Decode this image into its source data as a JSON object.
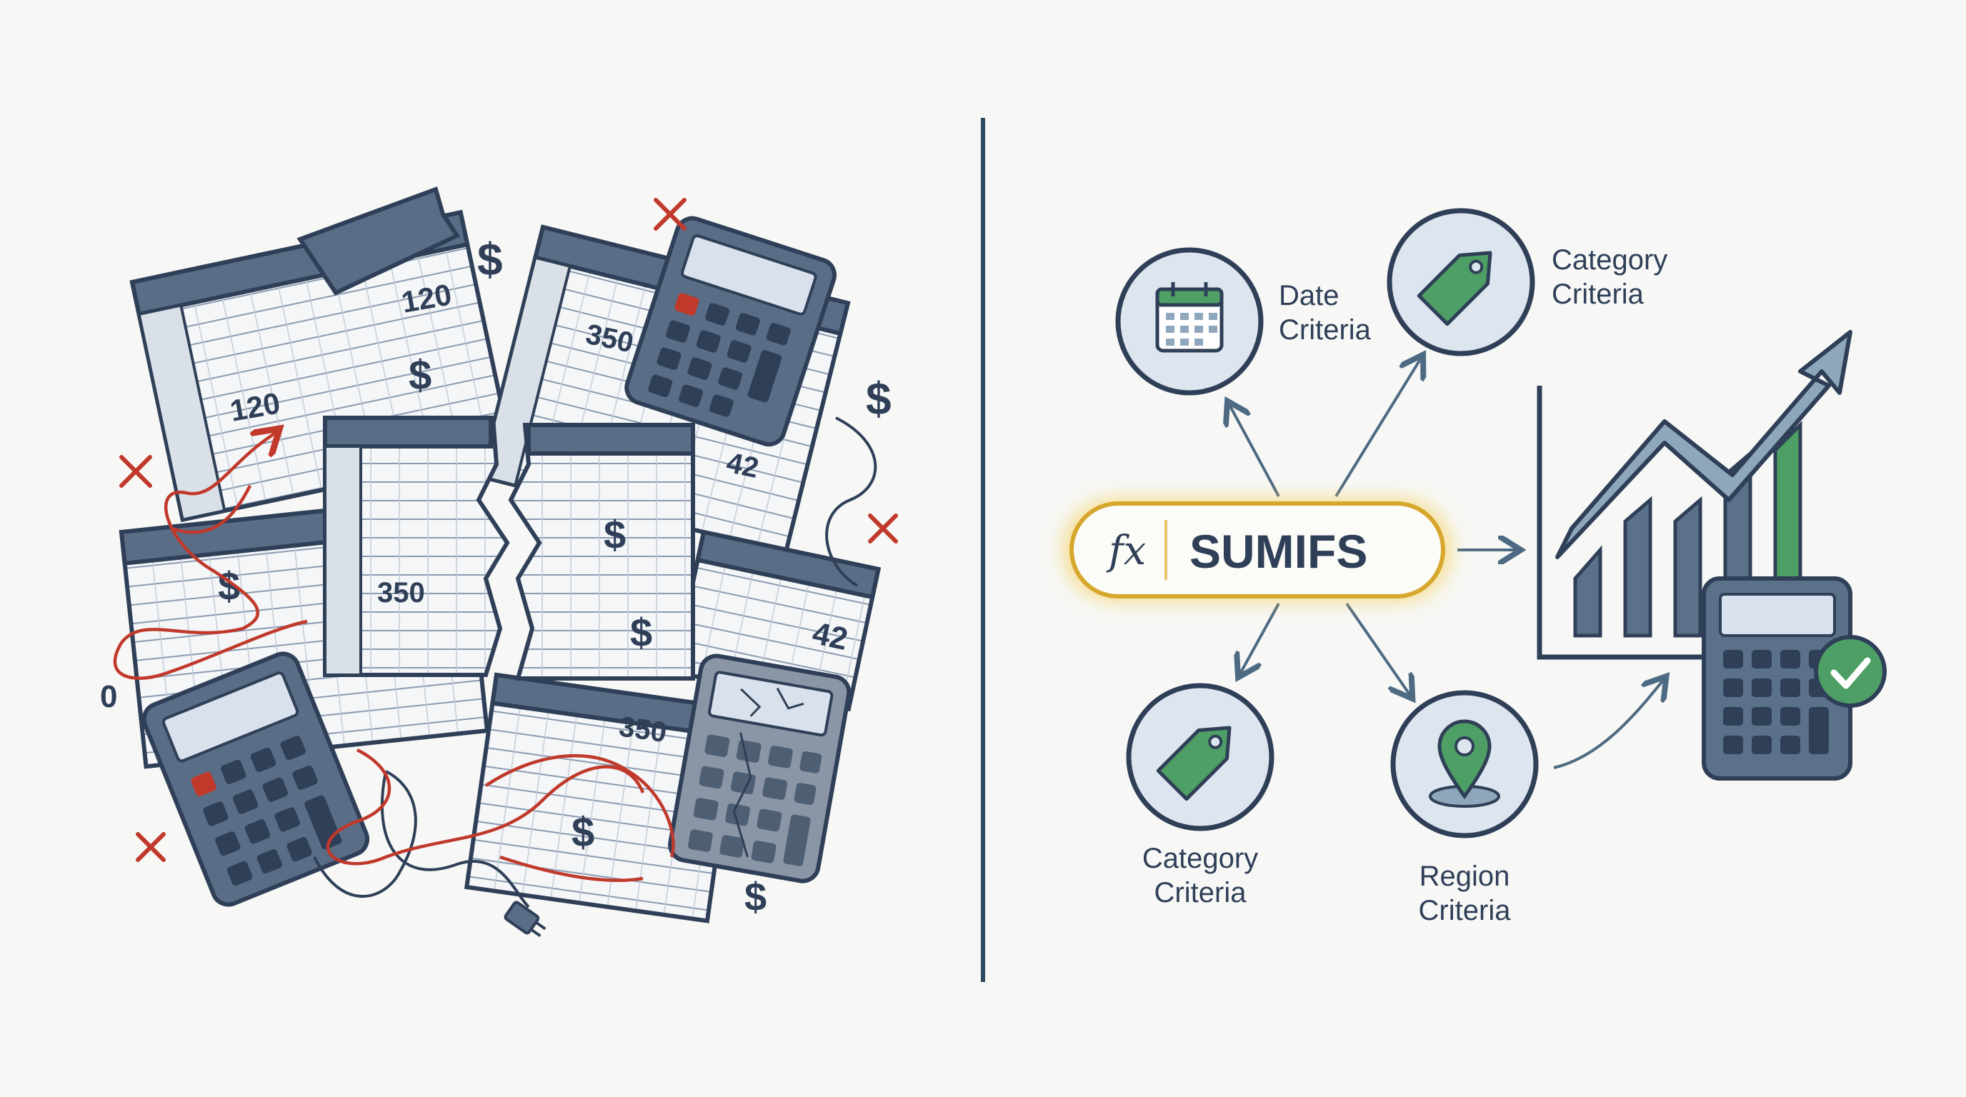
{
  "left": {
    "sheet_numbers": [
      "120",
      "120",
      "350",
      "350",
      "42",
      "42",
      "350"
    ],
    "stray_digit": "0",
    "dollar_sign": "$"
  },
  "center": {
    "fx_symbol": "fx",
    "function_name": "SUMIFS"
  },
  "criteria": [
    {
      "icon": "calendar-icon",
      "line1": "Date",
      "line2": "Criteria"
    },
    {
      "icon": "tag-icon",
      "line1": "Category",
      "line2": "Criteria"
    },
    {
      "icon": "tag-icon",
      "line1": "Category",
      "line2": "Criteria"
    },
    {
      "icon": "location-pin-icon",
      "line1": "Region",
      "line2": "Criteria"
    }
  ],
  "colors": {
    "navy": "#2f3f57",
    "slate": "#5b7089",
    "sheet_header": "#5a6d86",
    "red": "#c0392b",
    "gold_glow": "#e6b93a",
    "green": "#4e9f65",
    "circle_fill": "#dde6ee",
    "background": "#f7f8f6"
  }
}
